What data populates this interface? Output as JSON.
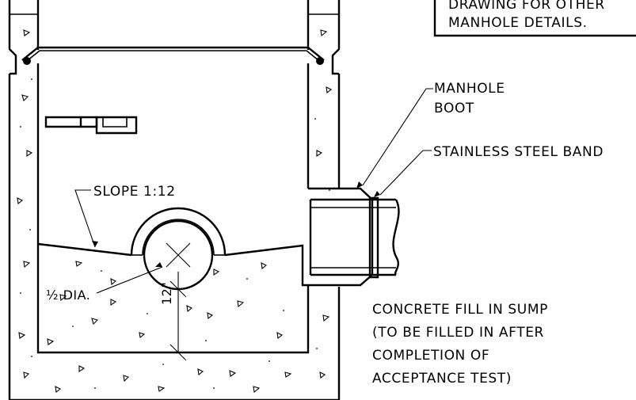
{
  "notes": {
    "top_box_line1": "DRAWING FOR OTHER",
    "top_box_line2": "MANHOLE DETAILS."
  },
  "labels": {
    "manhole_boot_line1": "MANHOLE",
    "manhole_boot_line2": "BOOT",
    "stainless_band": "STAINLESS STEEL BAND",
    "slope": "SLOPE 1:12",
    "half_dia": "½ DIA.",
    "dim_12": "12\"",
    "concrete_line1": "CONCRETE FILL IN SUMP",
    "concrete_line2": "(TO BE FILLED IN AFTER",
    "concrete_line3": "COMPLETION OF",
    "concrete_line4": "ACCEPTANCE TEST)"
  }
}
